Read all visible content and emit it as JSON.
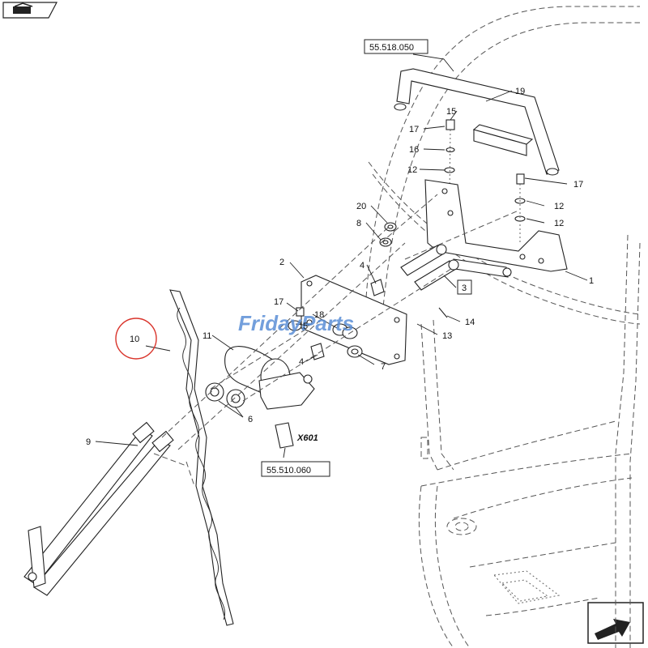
{
  "diagram": {
    "callouts": [
      {
        "id": "c1",
        "text": "1"
      },
      {
        "id": "c2",
        "text": "2"
      },
      {
        "id": "c4a",
        "text": "4"
      },
      {
        "id": "c4b",
        "text": "4"
      },
      {
        "id": "c5",
        "text": "5"
      },
      {
        "id": "c6",
        "text": "6"
      },
      {
        "id": "c7",
        "text": "7"
      },
      {
        "id": "c8",
        "text": "8"
      },
      {
        "id": "c9",
        "text": "9"
      },
      {
        "id": "c10",
        "text": "10"
      },
      {
        "id": "c11",
        "text": "11"
      },
      {
        "id": "c12a",
        "text": "12"
      },
      {
        "id": "c12b",
        "text": "12"
      },
      {
        "id": "c12c",
        "text": "12"
      },
      {
        "id": "c13",
        "text": "13"
      },
      {
        "id": "c14",
        "text": "14"
      },
      {
        "id": "c15",
        "text": "15"
      },
      {
        "id": "c16",
        "text": "16"
      },
      {
        "id": "c17a",
        "text": "17"
      },
      {
        "id": "c17b",
        "text": "17"
      },
      {
        "id": "c17c",
        "text": "17"
      },
      {
        "id": "c18",
        "text": "18"
      },
      {
        "id": "c19",
        "text": "19"
      },
      {
        "id": "c20",
        "text": "20"
      }
    ],
    "boxed_callout": "3",
    "references": {
      "top": "55.518.050",
      "bottom": "55.510.060"
    },
    "connector_label": "X601",
    "watermark": "FridayParts",
    "highlight_color": "#d9342b",
    "watermark_color": "#5b8fd6",
    "nav_icons": [
      "book-icon",
      "arrow-icon"
    ]
  }
}
